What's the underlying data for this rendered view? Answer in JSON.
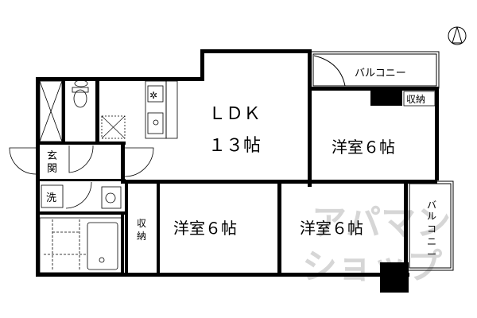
{
  "floorplan": {
    "rooms": {
      "ldk": {
        "line1": "ＬＤＫ",
        "line2": "１３帖"
      },
      "western_ne": {
        "label": "洋室６帖"
      },
      "western_s1": {
        "label": "洋室６帖"
      },
      "western_s2": {
        "label": "洋室６帖"
      },
      "entrance": {
        "line1": "玄",
        "line2": "関"
      },
      "storage_center": {
        "line1": "収",
        "line2": "納"
      },
      "storage_ne": {
        "label": "収納"
      },
      "balcony_top": {
        "label": "バルコニー"
      },
      "balcony_right": {
        "chars": [
          "バ",
          "ル",
          "コ",
          "ニ",
          "ー"
        ]
      },
      "washer": {
        "label": "洗"
      }
    },
    "watermark": {
      "line1": "アパマン",
      "line2": "ショップ"
    },
    "compass": {
      "label": "north-arrow"
    },
    "colors": {
      "wall": "#000000",
      "background": "#ffffff",
      "watermark": "#d6d6d6"
    }
  }
}
